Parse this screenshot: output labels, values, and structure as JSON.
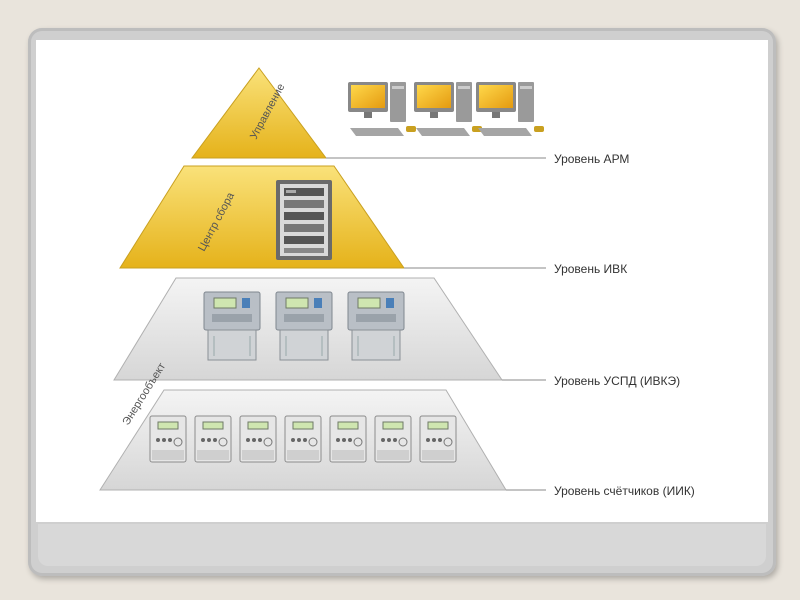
{
  "diagram": {
    "side_labels": {
      "management": "Управление",
      "collection_center": "Центр сбора",
      "energy_object": "Энергообъект"
    },
    "levels": [
      {
        "label": "Уровень АРМ"
      },
      {
        "label": "Уровень ИВК"
      },
      {
        "label": "Уровень УСПД (ИВКЭ)"
      },
      {
        "label": "Уровень счётчиков (ИИК)"
      }
    ],
    "colors": {
      "yellow_top": "#f5d44a",
      "yellow_bottom": "#e8b81a",
      "gray_tier": "#e4e4e4",
      "line": "#8a8a8a"
    },
    "icons": {
      "workstation": "computer-workstation-icon",
      "server": "server-rack-icon",
      "controller": "uspd-controller-icon",
      "meter": "electricity-meter-icon"
    }
  }
}
